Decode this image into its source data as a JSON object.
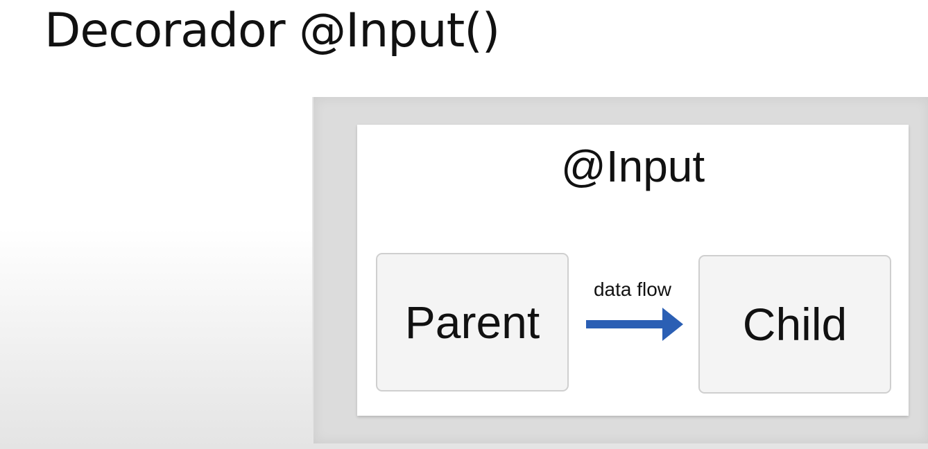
{
  "slide": {
    "title": "Decorador @Input()"
  },
  "diagram": {
    "heading": "@Input",
    "parent_label": "Parent",
    "child_label": "Child",
    "flow_label": "data flow",
    "arrow_direction": "parent-to-child",
    "arrow_color": "#2b5fb4"
  }
}
